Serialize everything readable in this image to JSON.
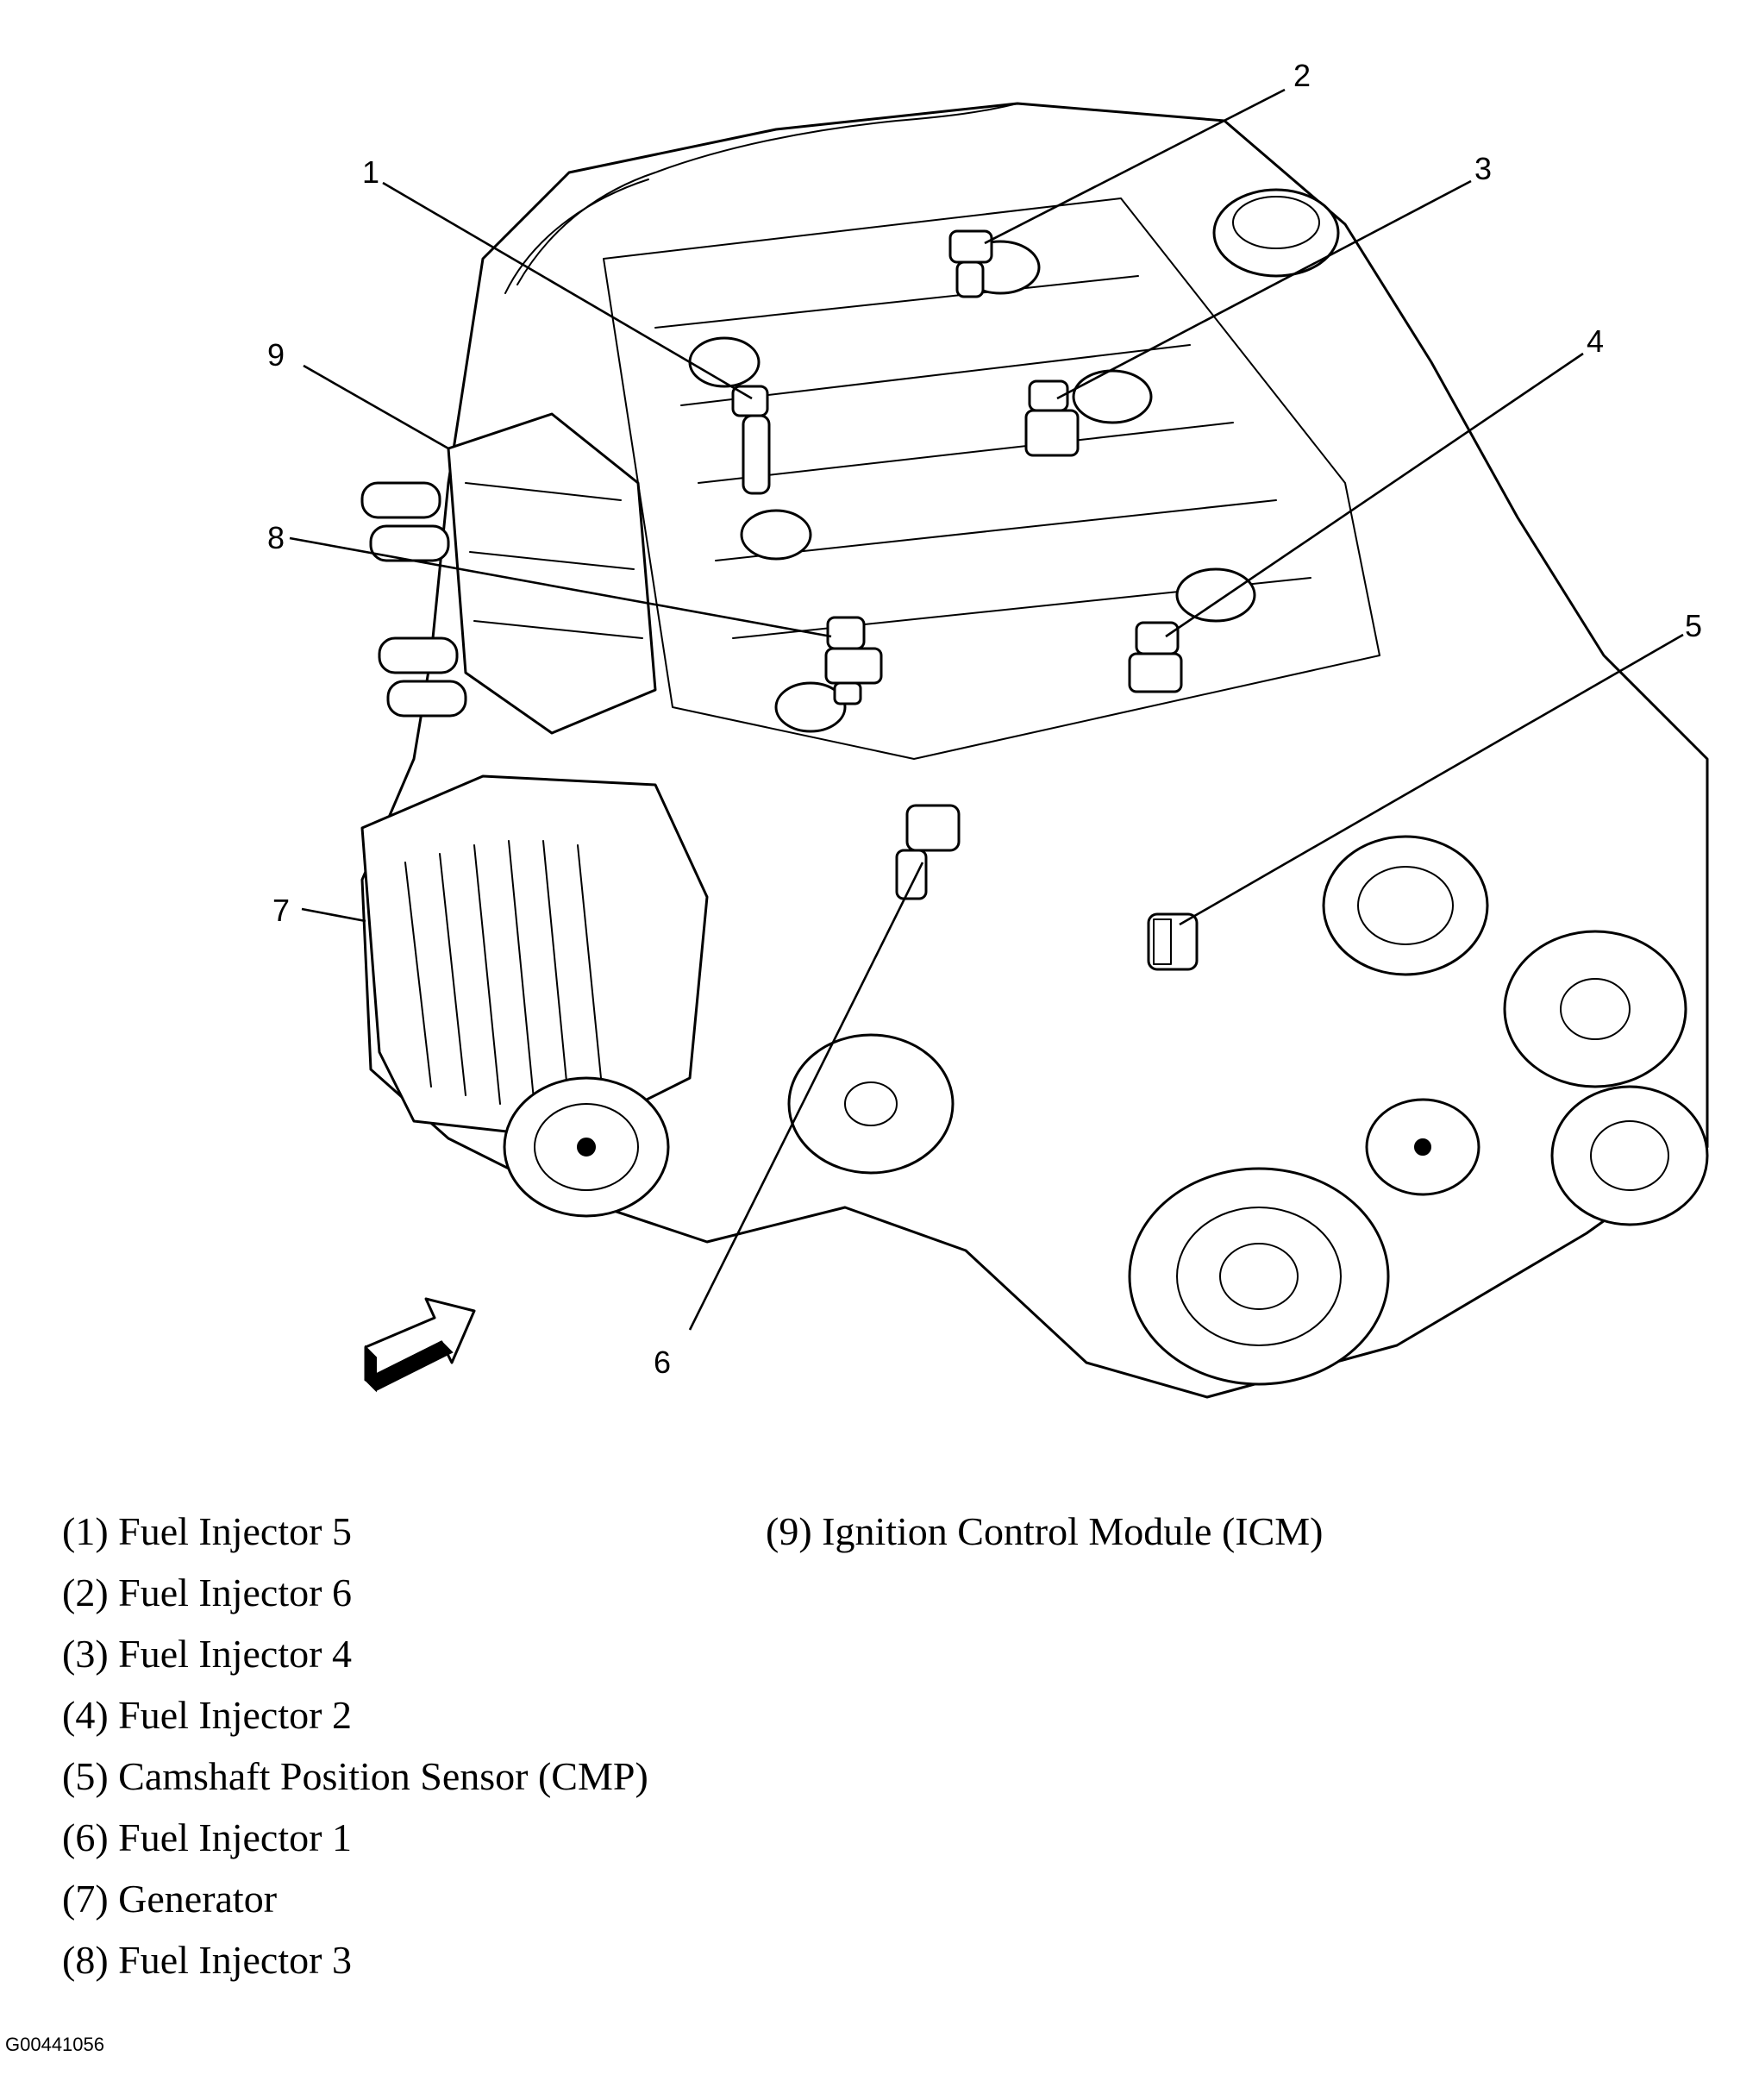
{
  "figure": {
    "callouts": [
      {
        "id": "c1",
        "number": "1"
      },
      {
        "id": "c2",
        "number": "2"
      },
      {
        "id": "c3",
        "number": "3"
      },
      {
        "id": "c4",
        "number": "4"
      },
      {
        "id": "c5",
        "number": "5"
      },
      {
        "id": "c6",
        "number": "6"
      },
      {
        "id": "c7",
        "number": "7"
      },
      {
        "id": "c8",
        "number": "8"
      },
      {
        "id": "c9",
        "number": "9"
      }
    ],
    "front_arrow_icon": "front-direction-arrow-icon"
  },
  "legend": {
    "column_1": [
      "(1) Fuel Injector 5",
      "(2) Fuel Injector 6",
      "(3) Fuel Injector 4",
      "(4) Fuel Injector 2",
      "(5) Camshaft Position Sensor (CMP)",
      "(6) Fuel Injector 1",
      "(7) Generator",
      "(8) Fuel Injector 3"
    ],
    "column_2": [
      "(9) Ignition Control Module (ICM)"
    ]
  },
  "figure_id": "G00441056"
}
